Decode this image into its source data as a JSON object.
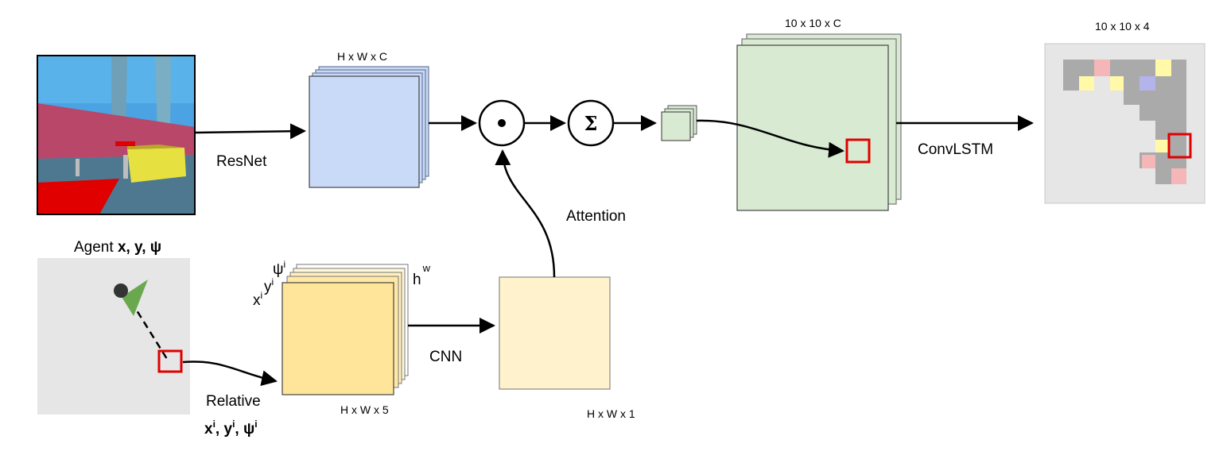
{
  "labels": {
    "resnet": "ResNet",
    "resnet_dims": "H x W x C",
    "attention": "Attention",
    "cnn": "CNN",
    "convlstm": "ConvLSTM",
    "feature_dims": "10 x 10 x C",
    "output_dims": "10 x 10 x 4",
    "relative_dims": "H x W x 5",
    "attention_dims": "H x W x 1",
    "agent_prefix": "Agent ",
    "agent_vars": "x, y, ψ",
    "relative_title": "Relative",
    "relative_x": "x",
    "relative_y": "y",
    "relative_psi": "ψ",
    "sup_i": "i",
    "sep": ", ",
    "stack_x": "x",
    "stack_y": "y",
    "stack_psi": "ψ",
    "stack_h": "h",
    "stack_w": "w",
    "hadamard_symbol": "•",
    "sum_symbol": "Σ"
  },
  "colors": {
    "blue_layer": "#c9daf8",
    "blue_border": "#5f6368",
    "yellow_layer": "#ffe599",
    "light_yellow": "#fff2cc",
    "green_layer": "#d9ead3",
    "red_highlight": "#e00000",
    "grey_map": "#e6e6e6",
    "agent_green": "#6aa84f"
  },
  "icons": {
    "hadamard": "circle-dot-icon",
    "sum": "sigma-icon",
    "agent": "agent-marker-icon"
  }
}
